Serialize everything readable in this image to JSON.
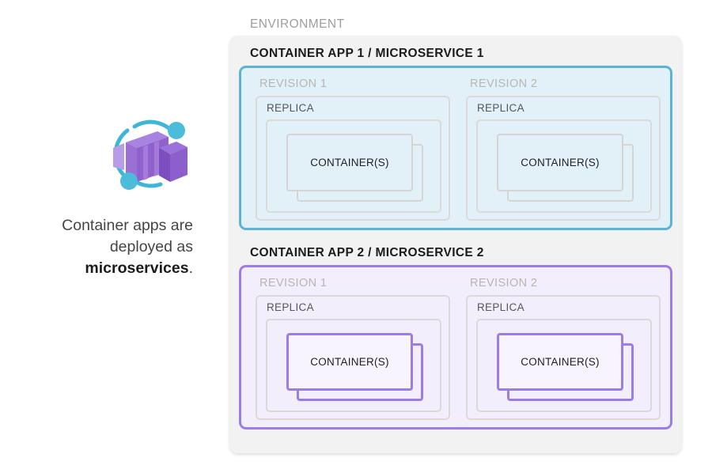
{
  "caption": {
    "line1": "Container apps are",
    "line2": "deployed as",
    "emphasis": "microservices",
    "period": "."
  },
  "icon": {
    "name": "azure-container-apps-icon",
    "colors": {
      "purple_light": "#b79ce8",
      "purple_mid": "#9a6fd6",
      "purple_dark": "#7b4fc0",
      "cyan": "#3fb6d8"
    }
  },
  "environment": {
    "label": "ENVIRONMENT",
    "background": "#f2f2f2",
    "apps": [
      {
        "title": "CONTAINER APP 1 / MICROSERVICE 1",
        "theme": "blue",
        "border_color": "#5bb4d6",
        "fill_color": "#e2f1f8",
        "revisions": [
          {
            "label": "REVISION 1",
            "replica": {
              "label": "REPLICA",
              "container_label": "CONTAINER(S)"
            }
          },
          {
            "label": "REVISION 2",
            "replica": {
              "label": "REPLICA",
              "container_label": "CONTAINER(S)"
            }
          }
        ]
      },
      {
        "title": "CONTAINER APP 2 / MICROSERVICE 2",
        "theme": "purple",
        "border_color": "#9c7ce8",
        "fill_color": "#f2eefb",
        "revisions": [
          {
            "label": "REVISION 1",
            "replica": {
              "label": "REPLICA",
              "container_label": "CONTAINER(S)"
            }
          },
          {
            "label": "REVISION 2",
            "replica": {
              "label": "REPLICA",
              "container_label": "CONTAINER(S)"
            }
          }
        ]
      }
    ]
  }
}
